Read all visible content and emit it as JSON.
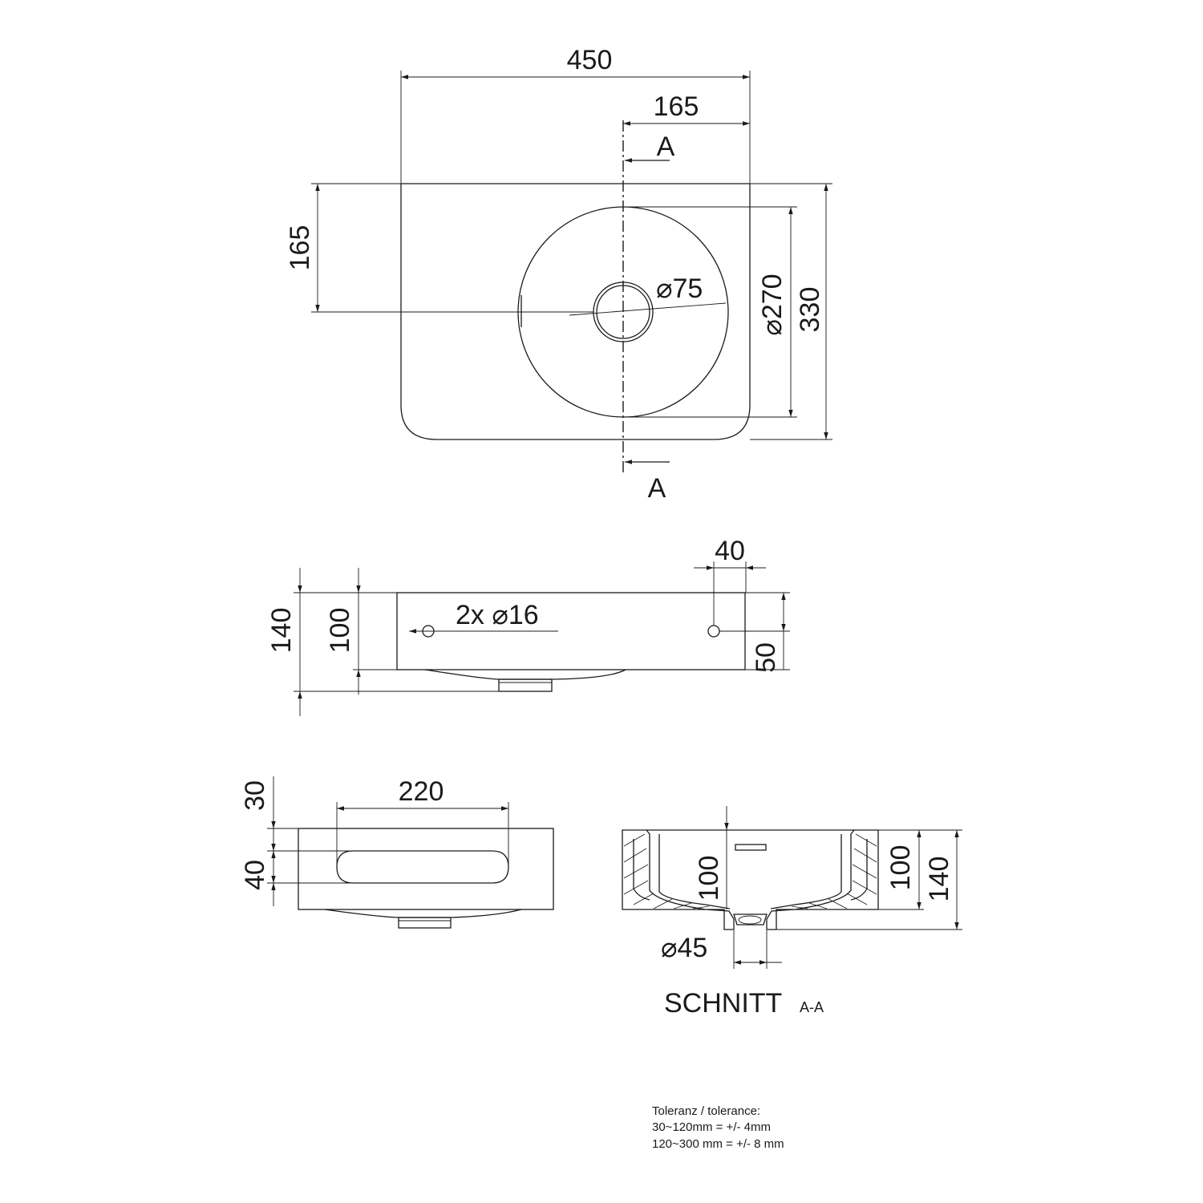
{
  "top_view": {
    "overall_width": "450",
    "drain_offset_width": "165",
    "drain_offset_depth": "165",
    "overall_depth": "330",
    "bowl_diameter": "⌀270",
    "drain_diameter": "⌀75",
    "section_marker_top": "A",
    "section_marker_bottom": "A"
  },
  "front_view": {
    "total_height": "140",
    "body_height": "100",
    "hole_spacing": "40",
    "holes_label": "2x ⌀16",
    "hole_height": "50"
  },
  "side_view": {
    "overflow_length": "220",
    "overflow_top_offset": "30",
    "overflow_height": "40"
  },
  "section_view": {
    "inner_depth": "100",
    "body_height": "100",
    "total_height": "140",
    "outlet_diameter": "⌀45",
    "title": "SCHNITT",
    "title_suffix": "A-A"
  },
  "tolerance": {
    "heading": "Toleranz / tolerance:",
    "line1": "30~120mm = +/- 4mm",
    "line2": "120~300 mm = +/- 8 mm"
  }
}
